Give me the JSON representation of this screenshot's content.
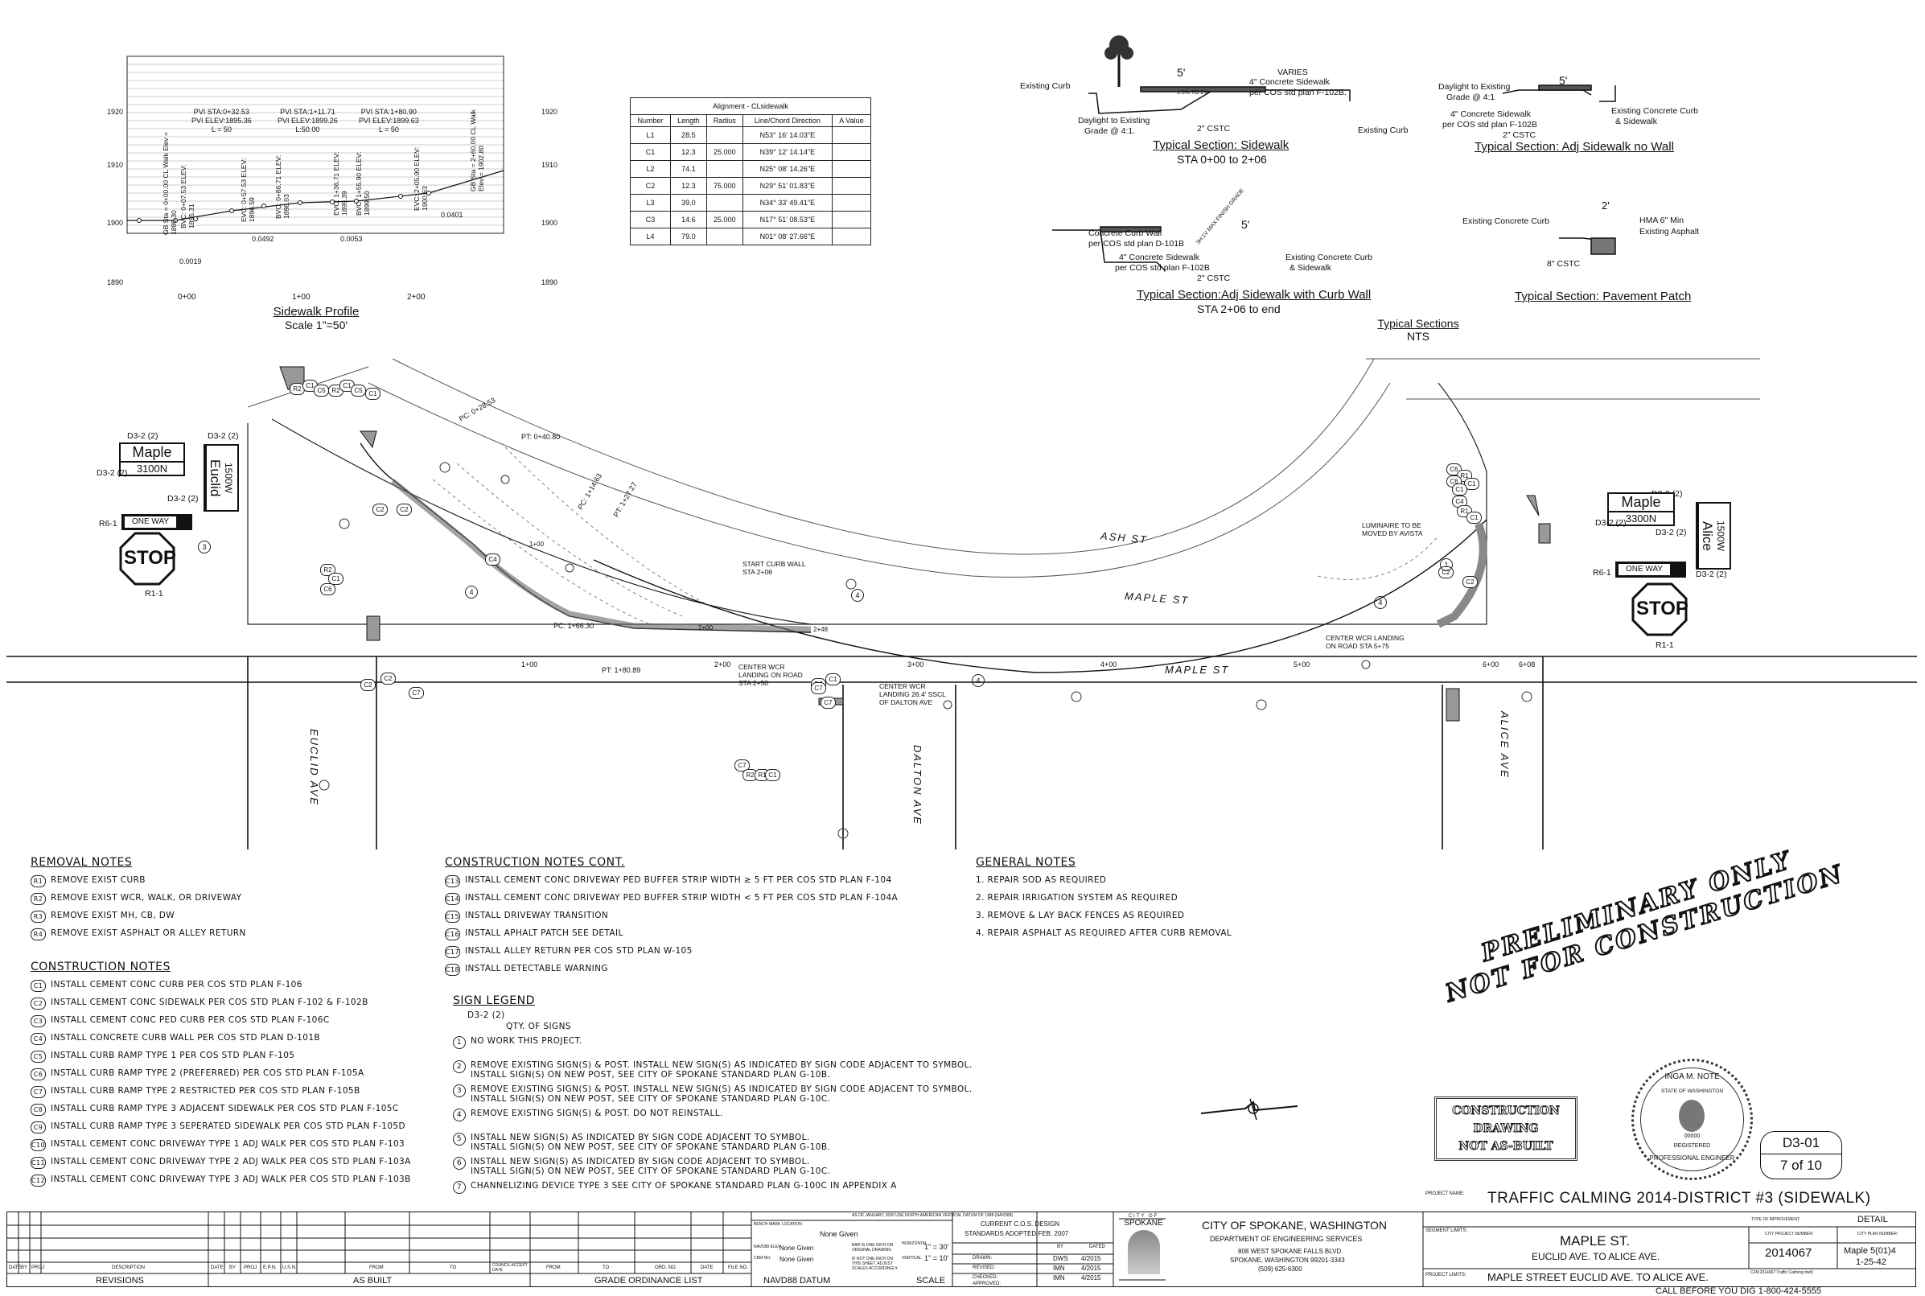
{
  "profile": {
    "elevations": [
      "1920",
      "1910",
      "1900",
      "1890"
    ],
    "stations": [
      "0+00",
      "1+00",
      "2+00"
    ],
    "title": "Sidewalk Profile",
    "scale": "Scale 1\"=50'",
    "pvis": [
      {
        "sta": "PVI STA:0+32.53",
        "elev": "PVI ELEV:1895.36",
        "l": "L = 50"
      },
      {
        "sta": "PVI STA:1+11.71",
        "elev": "PVI ELEV:1899.26",
        "l": "L:50.00"
      },
      {
        "sta": "PVI STA:1+80.90",
        "elev": "PVI ELEV:1899.63",
        "l": "L = 50"
      }
    ],
    "grades": [
      "0.0019",
      "0.0492",
      "0.0053",
      "0.0401"
    ],
    "vertical_labels": [
      "GB Sta = 0+00.00 CL Walk Elev = 1895.30",
      "BVC: 0+07.53 ELEV: 1895.31",
      "EVC: 0+57.53 ELEV: 1896.59",
      "BVC: 0+86.71 ELEV: 1898.03",
      "EVC: 1+36.71 ELEV: 1899.39",
      "BVC: 1+55.90 ELEV: 1899.50",
      "EVC: 2+05.90 ELEV: 1900.63",
      "GB Sta = 2+60.00 CL Walk Elev = 1902.80"
    ]
  },
  "alignment": {
    "title": "Alignment - CLsidewalk",
    "headers": [
      "Number",
      "Length",
      "Radius",
      "Line/Chord Direction",
      "A Value"
    ],
    "rows": [
      [
        "L1",
        "28.5",
        "",
        "N53° 16' 14.03\"E",
        ""
      ],
      [
        "C1",
        "12.3",
        "25.000",
        "N39° 12' 14.14\"E",
        ""
      ],
      [
        "L2",
        "74.1",
        "",
        "N25° 08' 14.26\"E",
        ""
      ],
      [
        "C2",
        "12.3",
        "75.000",
        "N29° 51' 01.83\"E",
        ""
      ],
      [
        "L3",
        "39.0",
        "",
        "N34° 33' 49.41\"E",
        ""
      ],
      [
        "C3",
        "14.6",
        "25.000",
        "N17° 51' 08.53\"E",
        ""
      ],
      [
        "L4",
        "79.0",
        "",
        "N01° 08' 27.66\"E",
        ""
      ]
    ]
  },
  "sections": {
    "sidewalk": {
      "title": "Typical Section: Sidewalk",
      "sub": "STA 0+00 to 2+06",
      "labels": [
        "Existing Curb",
        "5'",
        "VARIES",
        "4\" Concrete Sidewalk",
        "per COS std plan F-102B.",
        "1.5% TO 2%",
        "Daylight to Existing",
        "Grade @ 4:1.",
        "2\" CSTC",
        "Existing Curb"
      ]
    },
    "nowall": {
      "title": "Typical Section: Adj Sidewalk no Wall",
      "labels": [
        "Daylight to Existing",
        "Grade @ 4:1",
        "5'",
        "4\" Concrete Sidewalk",
        "per COS std plan F-102B",
        "2\" CSTC",
        "Existing Concrete Curb",
        "& Sidewalk"
      ]
    },
    "curbwall": {
      "title": "Typical Section:Adj Sidewalk with Curb Wall",
      "sub": "STA 2+06 to end",
      "labels": [
        "Concrete Curb Wall",
        "per COS std plan D-101B",
        "4\" Concrete Sidewalk",
        "per COS std plan F-102B",
        "2\" CSTC",
        "5'",
        "3H:1V MAX FINISH GRADE",
        "Existing Concrete Curb",
        "& Sidewalk"
      ]
    },
    "patch": {
      "title": "Typical Section: Pavement Patch",
      "labels": [
        "Existing Concrete Curb",
        "2'",
        "HMA 6\" Min",
        "Existing Asphalt",
        "8\" CSTC"
      ]
    },
    "caption": "Typical Sections",
    "caption_sub": "NTS"
  },
  "plan": {
    "streets": [
      "ASH ST",
      "MAPLE ST",
      "MAPLE ST",
      "EUCLID AVE",
      "DALTON AVE",
      "ALICE AVE"
    ],
    "stations": [
      "1+00",
      "2+00",
      "3+00",
      "4+00",
      "5+00",
      "6+00",
      "6+08"
    ],
    "labels": {
      "pc1": "PC: 0+28.53",
      "pt1": "PT: 0+40.80",
      "pc2": "PC: 1+14.63",
      "pt2": "PT: 1+27.27",
      "pc3": "PC: 1+66.30",
      "pt3": "PT: 1+80.89",
      "start_wall_1": "START CURB WALL",
      "start_wall_2": "STA 2+06",
      "wcr1_1": "CENTER WCR",
      "wcr1_2": "LANDING ON ROAD",
      "wcr1_3": "STA 2+50",
      "wcr2_1": "CENTER WCR",
      "wcr2_2": "LANDING 26.4' SSCL",
      "wcr2_3": "OF DALTON AVE",
      "lum1": "LUMINAIRE TO BE",
      "lum2": "MOVED BY AVISTA",
      "wcr3_1": "CENTER WCR LANDING",
      "wcr3_2": "ON ROAD STA 5+75",
      "sta_100": "1+00",
      "sta_200": "2+00",
      "sta_248": "2+48"
    },
    "sign_left": {
      "qty": "D3-2 (2)",
      "street": "Maple",
      "number": "3100N",
      "cross": "Euclid",
      "cross_num": "1500W",
      "qty2": "D3-2 (2)",
      "qty3": "D3-2 (2)",
      "qty4": "D3-2 (2)",
      "oneway": "ONE WAY",
      "r6": "R6-1",
      "stop": "STOP",
      "r1": "R1-1",
      "note": "3"
    },
    "sign_right": {
      "qty": "D3-2 (2)",
      "street": "Maple",
      "number": "3300N",
      "cross": "Alice",
      "cross_num": "1500W",
      "qty2": "D3-2 (2)",
      "qty3": "D3-2 (2)",
      "qty4": "D3-2 (2)",
      "oneway": "ONE WAY",
      "r6": "R6-1",
      "stop": "STOP",
      "r1": "R1-1"
    },
    "callouts": [
      "R2",
      "C1",
      "C5",
      "R2",
      "C1",
      "C5",
      "C1",
      "C2",
      "C2",
      "C4",
      "R2",
      "C1",
      "C6",
      "C2",
      "C2",
      "C7",
      "R2",
      "C1",
      "C7",
      "C7",
      "C7",
      "R2",
      "R1",
      "C1",
      "C6",
      "R1",
      "C1",
      "C6",
      "C1",
      "C4",
      "R1",
      "C1",
      "C2",
      "C2"
    ],
    "notes": [
      "4",
      "4",
      "4",
      "4",
      "1"
    ]
  },
  "removal": {
    "heading": "REMOVAL NOTES",
    "items": [
      {
        "code": "R1",
        "text": "REMOVE EXIST CURB"
      },
      {
        "code": "R2",
        "text": "REMOVE EXIST WCR, WALK, OR DRIVEWAY"
      },
      {
        "code": "R3",
        "text": "REMOVE EXIST MH, CB, DW"
      },
      {
        "code": "R4",
        "text": "REMOVE EXIST ASPHALT OR ALLEY RETURN"
      }
    ]
  },
  "construction": {
    "heading": "CONSTRUCTION NOTES",
    "items": [
      {
        "code": "C1",
        "text": "INSTALL CEMENT CONC CURB PER COS STD PLAN F-106"
      },
      {
        "code": "C2",
        "text": "INSTALL CEMENT CONC SIDEWALK PER COS STD PLAN F-102 & F-102B"
      },
      {
        "code": "C3",
        "text": "INSTALL CEMENT CONC PED CURB PER COS STD PLAN F-106C"
      },
      {
        "code": "C4",
        "text": "INSTALL CONCRETE CURB WALL PER COS STD PLAN D-101B"
      },
      {
        "code": "C5",
        "text": "INSTALL CURB RAMP TYPE 1 PER COS STD PLAN F-105"
      },
      {
        "code": "C6",
        "text": "INSTALL CURB RAMP TYPE 2 (PREFERRED) PER COS STD PLAN F-105A"
      },
      {
        "code": "C7",
        "text": "INSTALL CURB RAMP TYPE 2 RESTRICTED PER COS STD PLAN F-105B"
      },
      {
        "code": "C8",
        "text": "INSTALL CURB RAMP TYPE 3 ADJACENT SIDEWALK PER COS STD PLAN F-105C"
      },
      {
        "code": "C9",
        "text": "INSTALL CURB RAMP TYPE 3 SEPERATED SIDEWALK PER COS STD PLAN F-105D"
      },
      {
        "code": "C10",
        "text": "INSTALL CEMENT CONC DRIVEWAY TYPE 1 ADJ WALK PER COS STD PLAN F-103"
      },
      {
        "code": "C11",
        "text": "INSTALL CEMENT CONC DRIVEWAY TYPE 2 ADJ WALK PER COS STD PLAN F-103A"
      },
      {
        "code": "C12",
        "text": "INSTALL CEMENT CONC DRIVEWAY TYPE 3 ADJ WALK PER COS STD PLAN F-103B"
      }
    ]
  },
  "construction_cont": {
    "heading": "CONSTRUCTION NOTES CONT.",
    "items": [
      {
        "code": "C13",
        "text": "INSTALL CEMENT CONC DRIVEWAY PED BUFFER STRIP WIDTH ≥ 5 FT PER COS STD PLAN F-104"
      },
      {
        "code": "C14",
        "text": "INSTALL CEMENT CONC DRIVEWAY PED BUFFER STRIP WIDTH < 5 FT PER COS STD PLAN F-104A"
      },
      {
        "code": "C15",
        "text": "INSTALL DRIVEWAY TRANSITION"
      },
      {
        "code": "C16",
        "text": "INSTALL APHALT PATCH SEE DETAIL"
      },
      {
        "code": "C17",
        "text": "INSTALL ALLEY RETURN PER COS STD PLAN W-105"
      },
      {
        "code": "C18",
        "text": "INSTALL DETECTABLE WARNING"
      }
    ]
  },
  "sign_legend": {
    "heading": "SIGN LEGEND",
    "example_code": "D3-2 (2)",
    "example_qty": "QTY. OF SIGNS",
    "items": [
      {
        "n": "1",
        "l1": "NO WORK THIS PROJECT.",
        "l2": ""
      },
      {
        "n": "2",
        "l1": "REMOVE EXISTING SIGN(S) & POST. INSTALL NEW SIGN(S) AS INDICATED BY SIGN CODE ADJACENT TO SYMBOL.",
        "l2": "INSTALL SIGN(S) ON NEW POST, SEE CITY OF SPOKANE STANDARD PLAN G-10B."
      },
      {
        "n": "3",
        "l1": "REMOVE EXISTING SIGN(S) & POST. INSTALL NEW SIGN(S) AS INDICATED BY SIGN CODE ADJACENT TO SYMBOL.",
        "l2": "INSTALL SIGN(S) ON NEW POST, SEE CITY OF SPOKANE STANDARD PLAN G-10C."
      },
      {
        "n": "4",
        "l1": "REMOVE EXISTING SIGN(S) & POST. DO NOT REINSTALL.",
        "l2": ""
      },
      {
        "n": "5",
        "l1": "INSTALL NEW SIGN(S) AS INDICATED BY SIGN CODE ADJACENT TO SYMBOL.",
        "l2": "INSTALL SIGN(S) ON NEW POST, SEE CITY OF SPOKANE STANDARD PLAN G-10B."
      },
      {
        "n": "6",
        "l1": "INSTALL NEW SIGN(S) AS INDICATED BY SIGN CODE ADJACENT TO SYMBOL.",
        "l2": "INSTALL SIGN(S) ON NEW POST, SEE CITY OF SPOKANE STANDARD PLAN G-10C."
      },
      {
        "n": "7",
        "l1": "CHANNELIZING DEVICE TYPE 3 SEE CITY OF SPOKANE STANDARD PLAN G-100C IN APPENDIX A",
        "l2": ""
      }
    ]
  },
  "general": {
    "heading": "GENERAL NOTES",
    "items": [
      "1. REPAIR SOD AS REQUIRED",
      "2. REPAIR IRRIGATION SYSTEM AS REQUIRED",
      "3. REMOVE & LAY BACK FENCES AS REQUIRED",
      "4. REPAIR ASPHALT AS REQUIRED AFTER CURB REMOVAL"
    ]
  },
  "stamp": {
    "line1": "PRELIMINARY ONLY",
    "line2": "NOT FOR CONSTRUCTION",
    "box1": "CONSTRUCTION",
    "box2": "DRAWING",
    "box3": "NOT AS-BUILT",
    "seal_name": "INGA M. NOTE",
    "seal_state": "STATE OF WASHINGTON",
    "seal_no": "00000",
    "seal_reg": "REGISTERED",
    "seal_prof": "PROFESSIONAL ENGINEER",
    "sheet_id": "D3-01",
    "sheet_of": "7 of 10"
  },
  "title_block": {
    "revisions": "REVISIONS",
    "as_built": "AS BUILT",
    "grade_list": "GRADE ORDINANCE LIST",
    "datum": "NAVD88 DATUM",
    "scale_label": "SCALE",
    "rev_cols": [
      "DATE",
      "BY",
      "PROJ",
      "DESCRIPTION"
    ],
    "ab_cols": [
      "DATE",
      "BY",
      "PROJ.",
      "E.P.N.",
      "U.S.N.",
      "FROM",
      "TO",
      "COUNCIL ACCEPT DATE"
    ],
    "gol_cols": [
      "FROM",
      "TO",
      "ORD. NO.",
      "DATE",
      "FILE NO."
    ],
    "datum_note": "AS OF JANUARY, 2000 USE NORTH AMERICAN VERTICAL DATUM OF 1988 (NAVD88)",
    "bench_lbl": "BENCH MARK LOCATION",
    "bench_val": "None Given",
    "navd_lbl": "NAVD88 ELEV",
    "navd_val": "None Given",
    "cbm_lbl": "CBM NO.",
    "cbm_val": "None Given",
    "one_inch": "BAR IS ONE INCH ON ORIGINAL DRAWING",
    "not_one": "IF NOT ONE INCH ON THIS SHEET, ADJUST SCALES ACCORDINGLY",
    "horiz": "HORIZONTAL",
    "horiz_val": "1\" = 30'",
    "vert": "VERTICAL",
    "vert_val": "1\" = 10'",
    "cos_std": "CURRENT C.O.S. DESIGN",
    "cos_std2": "STANDARDS ADOPTED FEB. 2007",
    "drawn": "DRAWN:",
    "drawn_by": "DWS",
    "drawn_date": "4/2015",
    "revised": "REVISED:",
    "checked": "CHECKED:",
    "checked_by": "IMN",
    "checked_date": "4/2015",
    "approved": "APPROVED:",
    "approved_by": "IMN",
    "approved_date": "4/2015",
    "by": "BY",
    "dated": "DATED",
    "city_of": "CITY OF",
    "spokane": "SPOKANE",
    "city": "CITY OF SPOKANE, WASHINGTON",
    "dept": "DEPARTMENT OF ENGINEERING SERVICES",
    "addr1": "808 WEST SPOKANE FALLS BLVD.",
    "addr2": "SPOKANE, WASHINGTON  99201-3343",
    "phone": "(509) 625-6300",
    "project_lbl": "PROJECT NAME:",
    "project": "TRAFFIC CALMING 2014-DISTRICT #3 (SIDEWALK)",
    "segment_lbl": "SEGMENT LIMITS:",
    "segment": "MAPLE ST.",
    "segment_sub": "EUCLID AVE. TO ALICE AVE.",
    "limits_lbl": "PROJECT LIMITS:",
    "limits": "MAPLE STREET EUCLID AVE. TO ALICE AVE.",
    "type_lbl": "TYPE OF IMPROVEMENT:",
    "type": "DETAIL",
    "cpn_lbl": "CITY PROJECT NUMBER:",
    "cpn": "2014067",
    "plan_lbl": "CITY PLAN NUMBER:",
    "plan": "Maple 5(01)4",
    "plan2": "1-25-42",
    "file": "CFN:2014067 Traffic Calming dwt3",
    "call": "CALL BEFORE YOU DIG  1-800-424-5555"
  }
}
